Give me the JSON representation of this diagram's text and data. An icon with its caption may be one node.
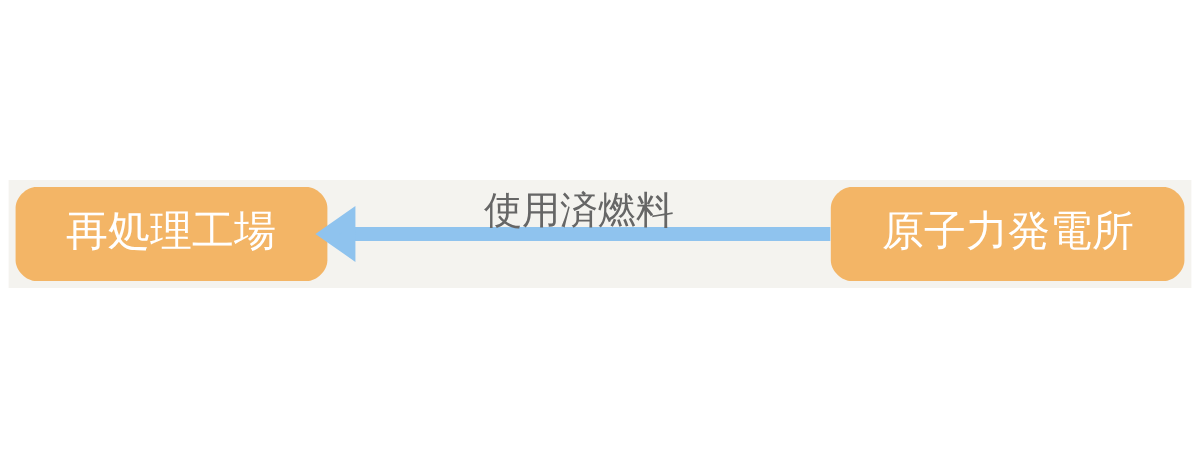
{
  "diagram": {
    "nodes": [
      {
        "text": [
          "再処理工場"
        ]
      },
      {
        "text": [
          "原子力発電所"
        ]
      }
    ],
    "edges": [
      {
        "from": 1,
        "to": 0,
        "arrow": "to",
        "label": "使用済燃料"
      }
    ]
  }
}
